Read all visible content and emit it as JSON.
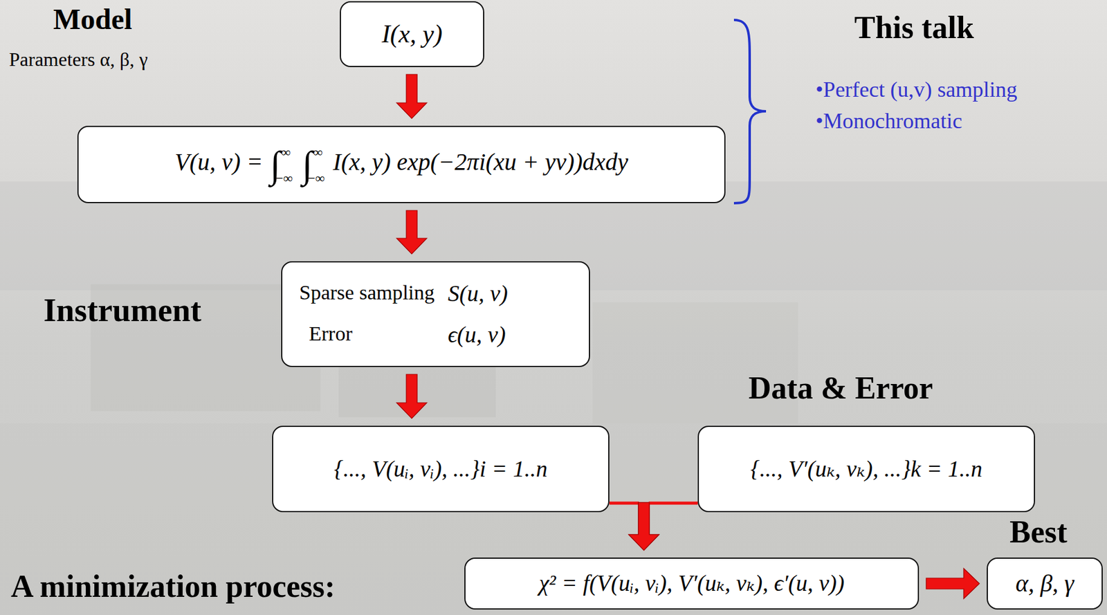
{
  "diagram": {
    "nodes": [
      {
        "text": [
          "I(x, y)"
        ]
      },
      {
        "text": [
          "V(u, v) = ∫∫I(x, y) exp(−2πi(xu + yv))dxdy"
        ]
      },
      {
        "text": [
          "Sparse sampling",
          "S(u, v)",
          "Error",
          "ϵ(u, v)"
        ]
      },
      {
        "text": [
          "{..., V(uᵢ, vᵢ), ...}i = 1..n"
        ]
      },
      {
        "text": [
          "{..., V′(uₖ, vₖ), ...}k = 1..n"
        ]
      },
      {
        "text": [
          "χ² = f(V(uᵢ, vᵢ), V′(uₖ, vₖ), ϵ′(u, v))"
        ]
      },
      {
        "text": [
          "α, β, γ"
        ]
      }
    ],
    "edges": [
      {
        "from": 0,
        "to": 1,
        "arrow": "to"
      },
      {
        "from": 1,
        "to": 2,
        "arrow": "to"
      },
      {
        "from": 2,
        "to": 3,
        "arrow": "to"
      },
      {
        "from": 3,
        "to": 5,
        "arrow": "to"
      },
      {
        "from": 4,
        "to": 5,
        "arrow": "to"
      },
      {
        "from": 5,
        "to": 6,
        "arrow": "to"
      }
    ],
    "labels": [
      "Model",
      "Parameters α, β, γ",
      "This talk",
      "•Perfect (u,v) sampling",
      "•Monochromatic",
      "Instrument",
      "Data & Error",
      "Best",
      "A minimization process:",
      "∞",
      "−∞",
      "∞",
      "−∞"
    ]
  }
}
